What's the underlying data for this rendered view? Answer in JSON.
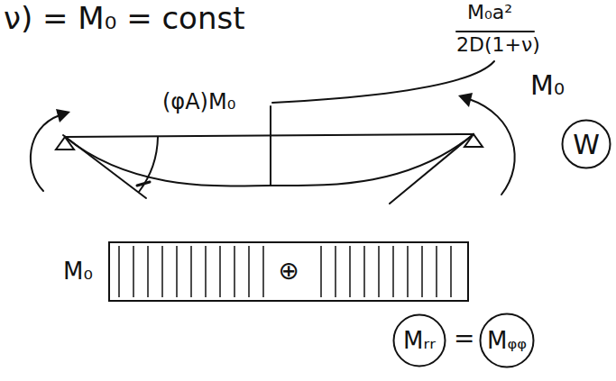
{
  "diagram": {
    "nodes": [
      {
        "text": [
          "W"
        ]
      },
      {
        "text": [
          "⊕"
        ]
      },
      {
        "text": [
          "Mᵣᵣ"
        ]
      },
      {
        "text": [
          "Mᵩᵩ"
        ]
      }
    ],
    "labels": [
      "ν) = M₀ = const",
      "M₀a²",
      "2D(1+ν)",
      "(φA)M₀",
      "M₀",
      "M₀",
      "="
    ]
  }
}
